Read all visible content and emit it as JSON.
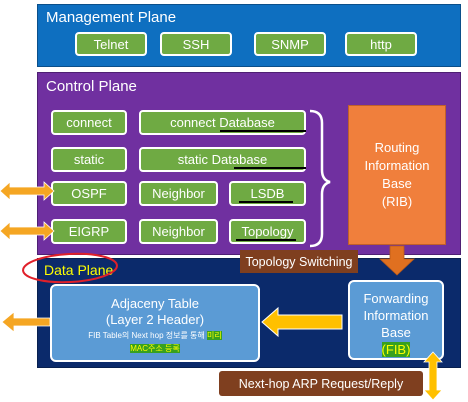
{
  "management_plane": {
    "title": "Management Plane",
    "protocols": [
      "Telnet",
      "SSH",
      "SNMP",
      "http"
    ]
  },
  "control_plane": {
    "title": "Control Plane",
    "rows": [
      [
        "connect",
        "connect Database"
      ],
      [
        "static",
        "static Database"
      ],
      [
        "OSPF",
        "Neighbor",
        "LSDB"
      ],
      [
        "EIGRP",
        "Neighbor",
        "Topology"
      ]
    ],
    "rib": [
      "Routing",
      "Information",
      "Base",
      "(RIB)"
    ]
  },
  "data_plane": {
    "title": "Data Plane",
    "adjacency": {
      "line1": "Adjaceny Table",
      "line2": "(Layer 2 Header)",
      "note_prefix": "FIB Table의 Next hop 정보를 통해 ",
      "note_highlight1": "미리",
      "note_highlight2": "MAC주소 등록"
    },
    "fib": {
      "line1": "Forwarding",
      "line2": "Information",
      "line3": "Base",
      "line4": "(FIB)"
    }
  },
  "labels": {
    "topology_switching": "Topology Switching",
    "arp_request": "Next-hop ARP Request/Reply"
  },
  "colors": {
    "management": "#0E6FC0",
    "control": "#7030A0",
    "data": "#0B2A6B",
    "green_box": "#6FAA43",
    "rib": "#F07F3C",
    "fib": "#5B9BD5",
    "arrow_orange": "#F5A623",
    "arrow_yellow": "#FFC000",
    "brown_label": "#7F3F1F",
    "red_circle": "#E0202A"
  }
}
